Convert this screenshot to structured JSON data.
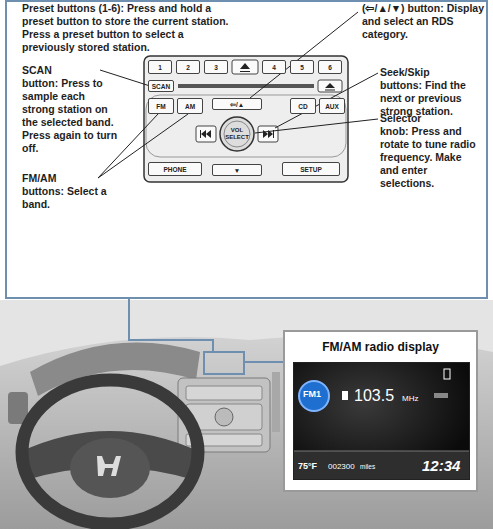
{
  "diagram": {
    "nodes": [
      {
        "text": [
          "1"
        ]
      },
      {
        "text": [
          "2"
        ]
      },
      {
        "text": [
          "3"
        ]
      },
      {
        "text": [
          "4"
        ]
      },
      {
        "text": [
          "5"
        ]
      },
      {
        "text": [
          "6"
        ]
      },
      {
        "text": [
          "SCAN"
        ]
      },
      {
        "text": [
          "FM"
        ]
      },
      {
        "text": [
          "AM"
        ]
      },
      {
        "text": [
          "⇦/▲"
        ]
      },
      {
        "text": [
          "CD"
        ]
      },
      {
        "text": [
          "AUX"
        ]
      },
      {
        "text": [
          "VOL SELECT"
        ]
      },
      {
        "text": [
          "PHONE"
        ]
      },
      {
        "text": [
          "▼"
        ]
      },
      {
        "text": [
          "SETUP"
        ]
      },
      {
        "text": [
          "FM/AM radio display"
        ]
      },
      {
        "text": [
          "FM1",
          "103.5",
          "MHz",
          "75°F",
          "002300",
          "miles",
          "12:34"
        ],
        "in": 16
      }
    ],
    "labels": [
      "Preset buttons (1-6):",
      "Press and hold a preset button to store the current station. Press a preset button to select a previously stored station.",
      "(⇦/▲/▼) button:",
      "Display and select an RDS category.",
      "SCAN button:",
      "Press to sample each strong station on the selected band. Press again to turn off.",
      "Seek/Skip buttons:",
      "Find the next or previous strong station.",
      "Selector knob:",
      "Press and rotate to tune radio frequency. Make and enter selections.",
      "FM/AM buttons:",
      "Select a band."
    ]
  }
}
